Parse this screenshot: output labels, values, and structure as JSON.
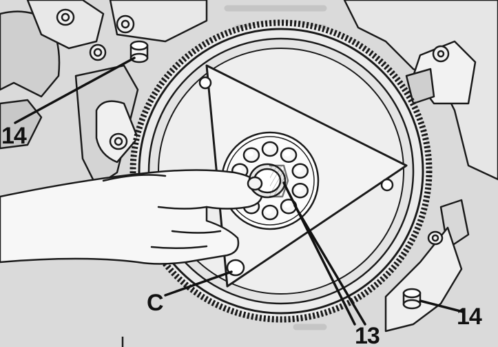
{
  "figure": {
    "callouts": [
      {
        "id": "label-14-left",
        "text": "14"
      },
      {
        "id": "label-c",
        "text": "C"
      },
      {
        "id": "label-13",
        "text": "13"
      },
      {
        "id": "label-14-right",
        "text": "14"
      }
    ],
    "colors": {
      "background": "#dadada",
      "ink": "#1a1a1a",
      "background_text": "#b4b4b4"
    }
  }
}
